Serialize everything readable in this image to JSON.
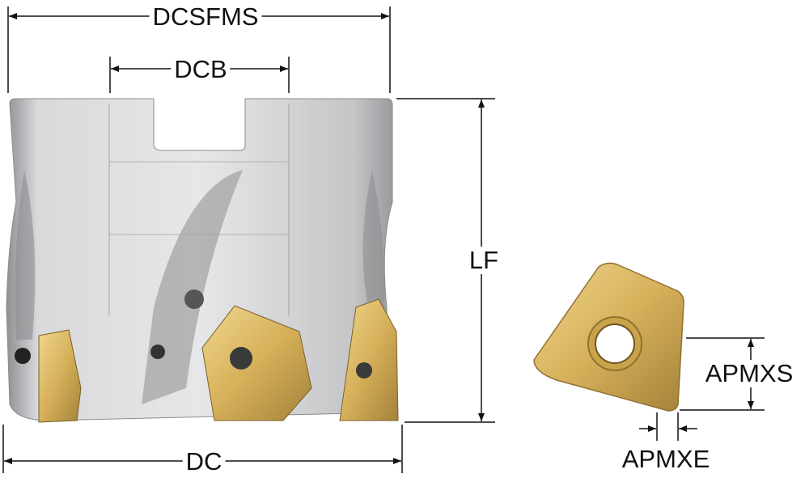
{
  "title": "Face milling cutter with insert dimensions",
  "labels": {
    "dcsfms": "DCSFMS",
    "dcb": "DCB",
    "lf": "LF",
    "dc": "DC",
    "apmxs": "APMXS",
    "apmxe": "APMXE"
  },
  "colors": {
    "body": "#c9cacc",
    "body_dark": "#9a9b9e",
    "insert_gold": "#d8b45a",
    "insert_dark": "#8f7130",
    "line": "#111111"
  }
}
